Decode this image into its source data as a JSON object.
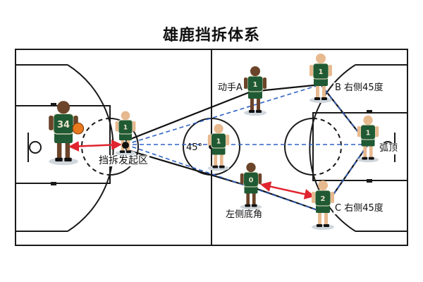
{
  "title": "雄鹿挡拆体系",
  "labels": {
    "screen_zone": "挡拆发起区",
    "center": "45°",
    "action_a": "动手A",
    "right_45_b": "B 右侧45度",
    "top_of_arc": "弧顶",
    "left_corner": "左侧底角",
    "right_45_c": "C 右侧45度"
  },
  "jerseys": {
    "ball_handler": "34",
    "screener": "1",
    "center_player": "1",
    "player_a": "1",
    "player_b": "1",
    "player_top": "1",
    "player_corner": "0",
    "player_c": "2"
  },
  "colors": {
    "court_line": "#1a1a1a",
    "jersey": "#1f5a34",
    "jersey_trim": "#e9e2c8",
    "pass_line": "#2f62c4",
    "arrow": "#e0252f",
    "link": "#111111",
    "skin": "#6b4429",
    "skin_light": "#e7b98f",
    "shadow": "#cfd6dc"
  }
}
